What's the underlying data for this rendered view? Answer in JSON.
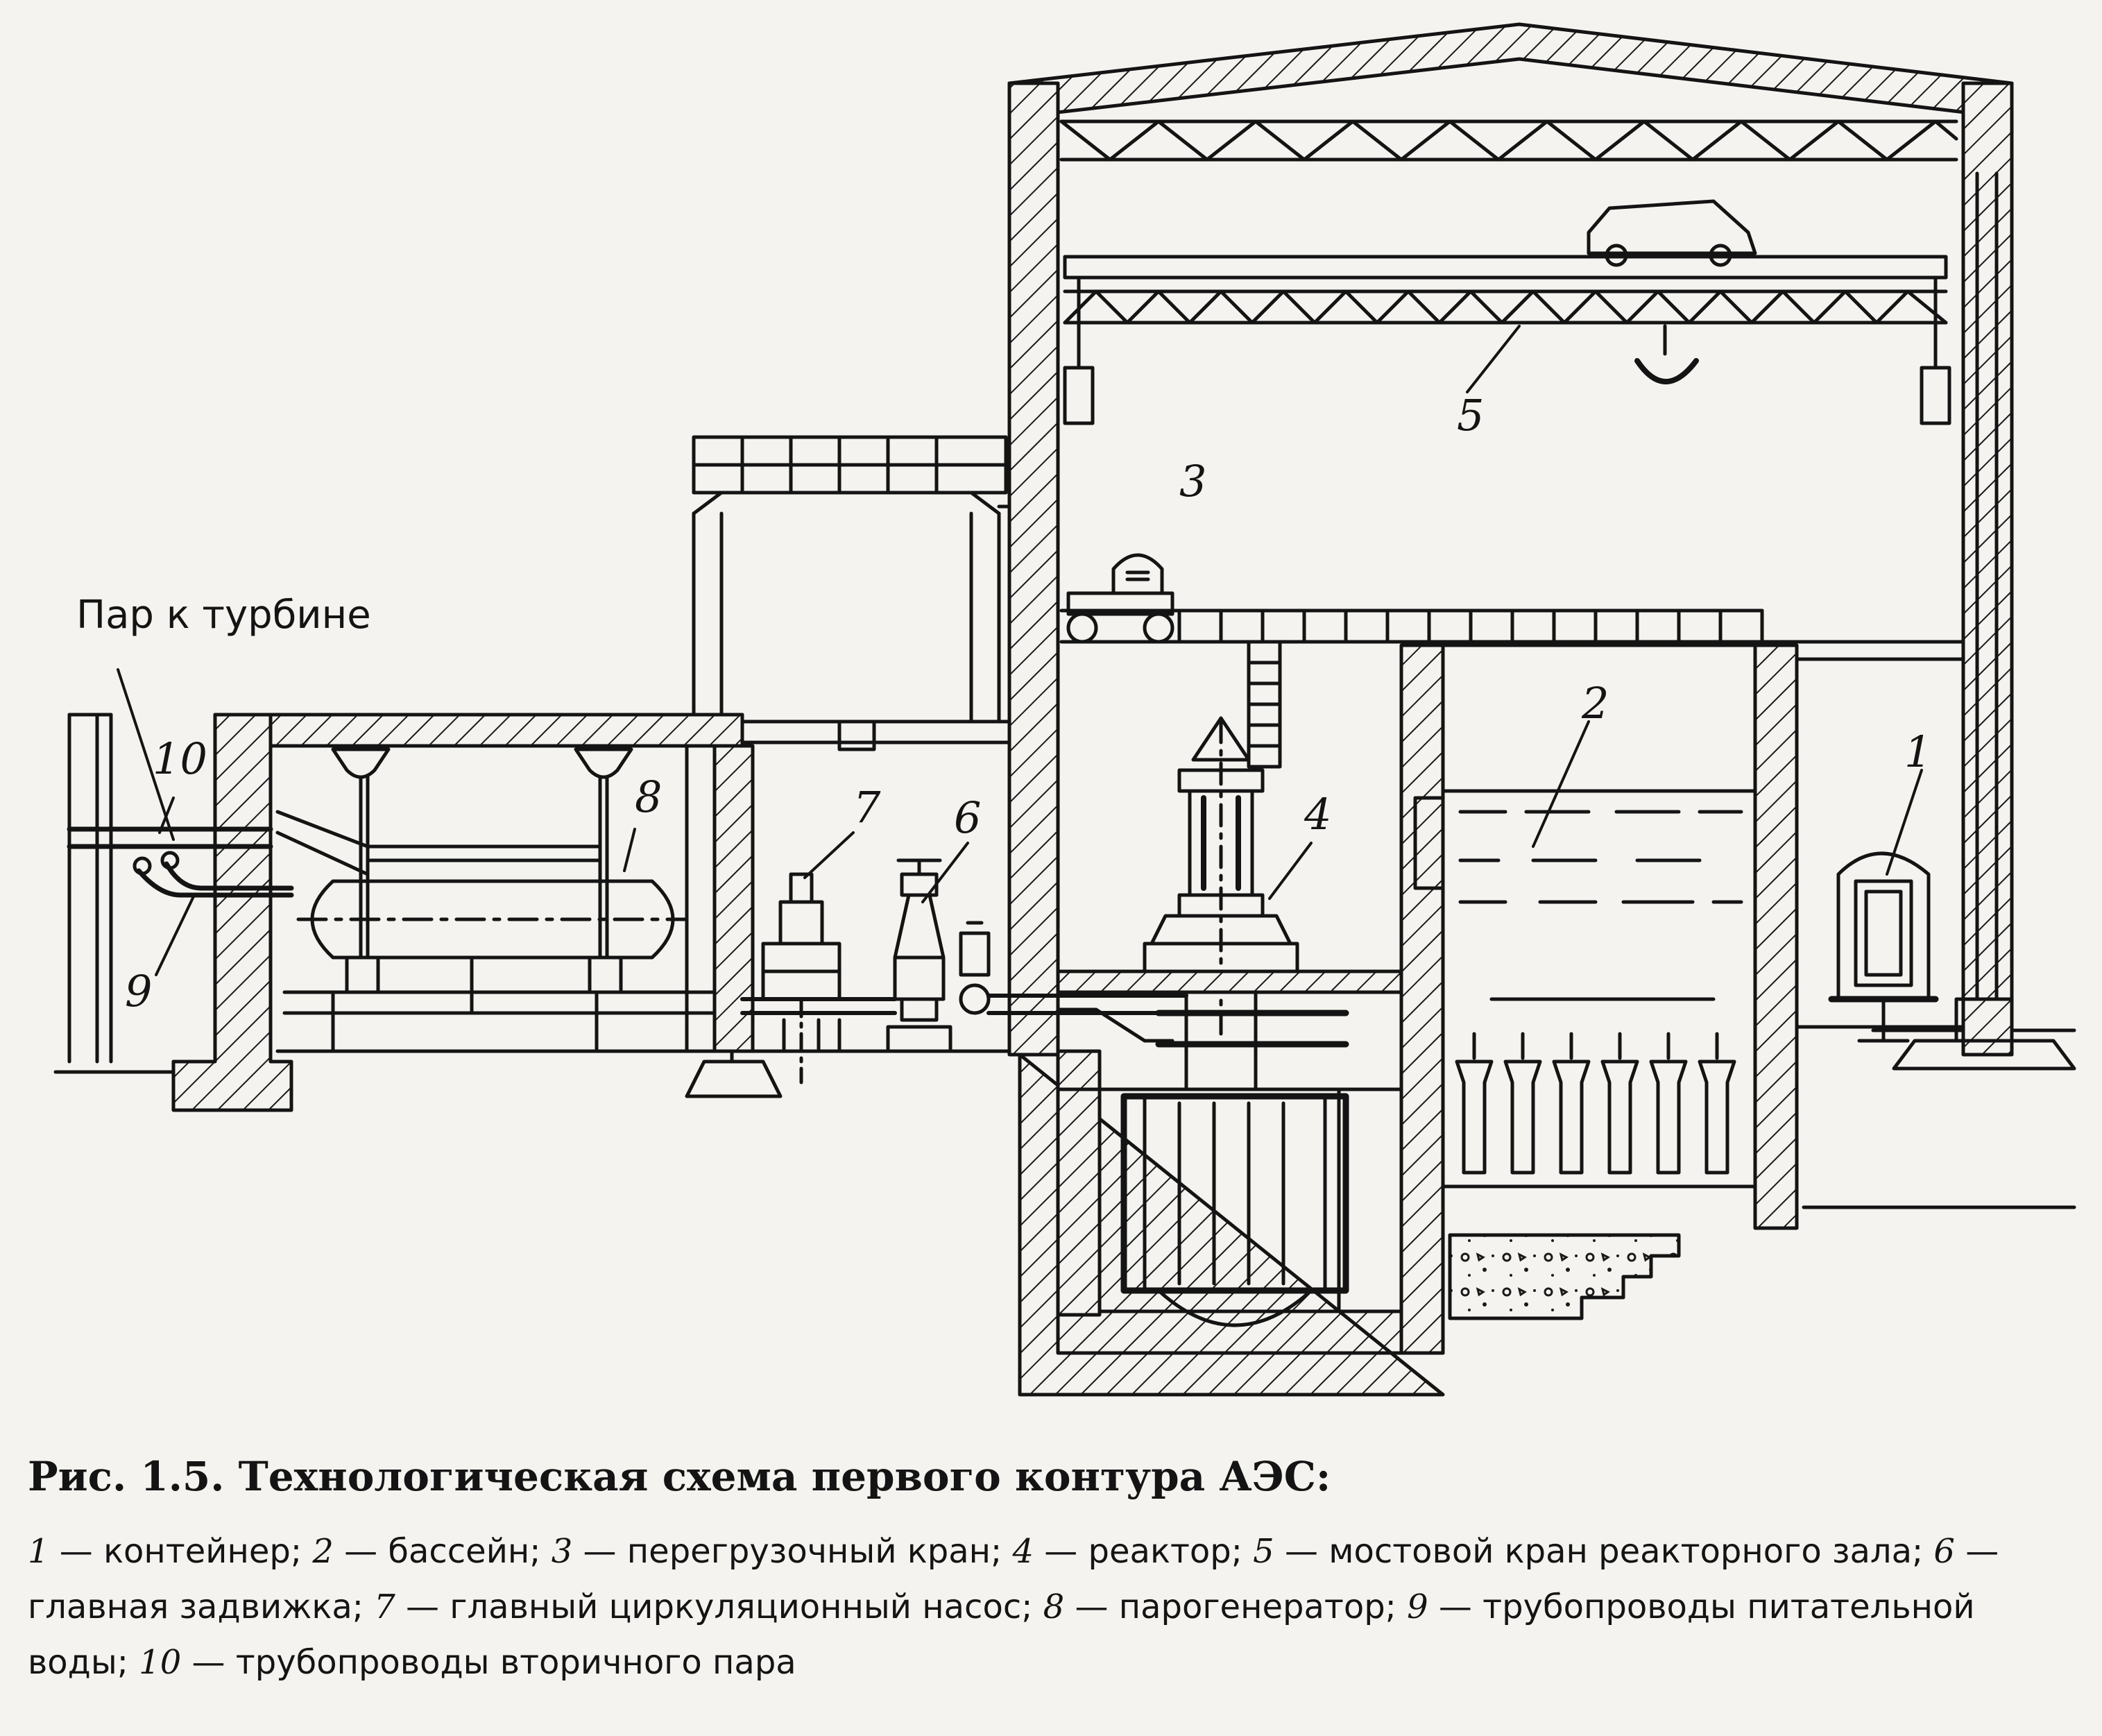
{
  "labels": {
    "steam_to_turbine": "Пар к турбине",
    "n1": "1",
    "n2": "2",
    "n3": "3",
    "n4": "4",
    "n5": "5",
    "n6": "6",
    "n7": "7",
    "n8": "8",
    "n9": "9",
    "n10": "10"
  },
  "caption": {
    "title": "Рис. 1.5. Технологическая схема первого контура АЭС:",
    "legend": [
      {
        "num": "1",
        "text": " — контейнер; "
      },
      {
        "num": "2",
        "text": " — бассейн; "
      },
      {
        "num": "3",
        "text": " — перегрузочный кран; "
      },
      {
        "num": "4",
        "text": " — реактор; "
      },
      {
        "num": "5",
        "text": " — мостовой кран реакторного зала; "
      },
      {
        "num": "6",
        "text": " — главная задвижка; "
      },
      {
        "num": "7",
        "text": " — главный циркуляционный насос; "
      },
      {
        "num": "8",
        "text": " — парогенератор; "
      },
      {
        "num": "9",
        "text": " — трубопроводы питательной воды; "
      },
      {
        "num": "10",
        "text": " — трубопроводы вторичного пара"
      }
    ]
  }
}
